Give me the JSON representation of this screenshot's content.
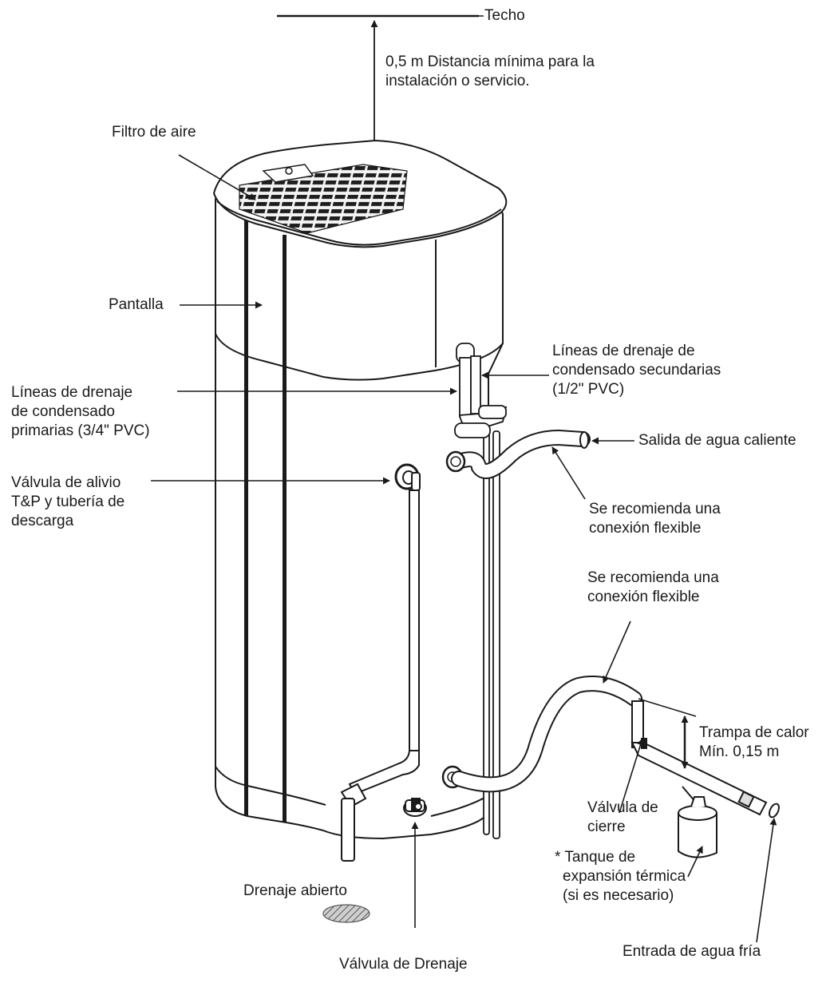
{
  "labels": {
    "ceiling": "Techo",
    "clearance": [
      "0,5 m Distancia mínima para la",
      "instalación o servicio."
    ],
    "air_filter": "Filtro de aire",
    "display": "Pantalla",
    "secondary_drain": [
      "Líneas de drenaje de",
      "condensado secundarias",
      "(1/2\" PVC)"
    ],
    "primary_drain": [
      "Líneas de drenaje",
      "de condensado",
      "primarias (3/4\" PVC)"
    ],
    "hot_outlet": "Salida de agua caliente",
    "relief_valve": [
      "Válvula de alivio",
      "T&P y tubería de",
      "descarga"
    ],
    "flex_top": [
      "Se recomienda una",
      "conexión flexible"
    ],
    "flex_bottom": [
      "Se recomienda una",
      "conexión flexible"
    ],
    "heat_trap": [
      "Trampa de calor",
      "Mín. 0,15 m"
    ],
    "shutoff_valve": [
      "Válvula de",
      "cierre"
    ],
    "expansion_tank": [
      "* Tanque de",
      "expansión térmica",
      "(si es necesario)"
    ],
    "open_drain": "Drenaje abierto",
    "drain_valve": "Válvula de Drenaje",
    "cold_inlet": "Entrada de agua fría"
  }
}
